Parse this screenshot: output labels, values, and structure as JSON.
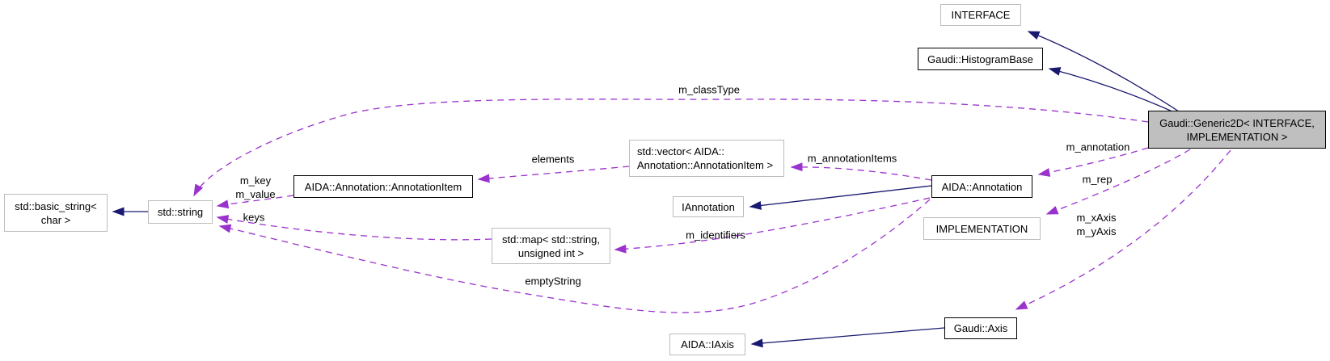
{
  "diagram": {
    "title": "Gaudi::Generic2D collaboration graph",
    "nodes": {
      "interface": {
        "label": "INTERFACE"
      },
      "histogram_base": {
        "label": "Gaudi::HistogramBase"
      },
      "generic2d": {
        "line1": "Gaudi::Generic2D< INTERFACE,",
        "line2": "IMPLEMENTATION >"
      },
      "vector": {
        "line1": "std::vector< AIDA::",
        "line2": "Annotation::AnnotationItem >"
      },
      "annotation_item": {
        "label": "AIDA::Annotation::AnnotationItem"
      },
      "annotation": {
        "label": "AIDA::Annotation"
      },
      "iannotation": {
        "label": "IAnnotation"
      },
      "implementation": {
        "label": "IMPLEMENTATION"
      },
      "string": {
        "label": "std::string"
      },
      "basic_string": {
        "line1": "std::basic_string<",
        "line2": "char >"
      },
      "map": {
        "line1": "std::map< std::string,",
        "line2": "unsigned int >"
      },
      "iaxis": {
        "label": "AIDA::IAxis"
      },
      "axis": {
        "label": "Gaudi::Axis"
      }
    },
    "edge_labels": {
      "m_classType": "m_classType",
      "m_annotation": "m_annotation",
      "m_rep": "m_rep",
      "m_xAxis": "m_xAxis",
      "m_yAxis": "m_yAxis",
      "m_annotationItems": "m_annotationItems",
      "elements": "elements",
      "m_key": "m_key",
      "m_value": "m_value",
      "keys": "keys",
      "m_identifiers": "m_identifiers",
      "emptyString": "emptyString"
    },
    "colors": {
      "inheritance_edge": "#191970",
      "usage_edge": "#9a32cd",
      "highlight_node_fill": "#bfbfbf",
      "documented_node_border": "#000000",
      "external_node_border": "#bcbcbc"
    }
  }
}
